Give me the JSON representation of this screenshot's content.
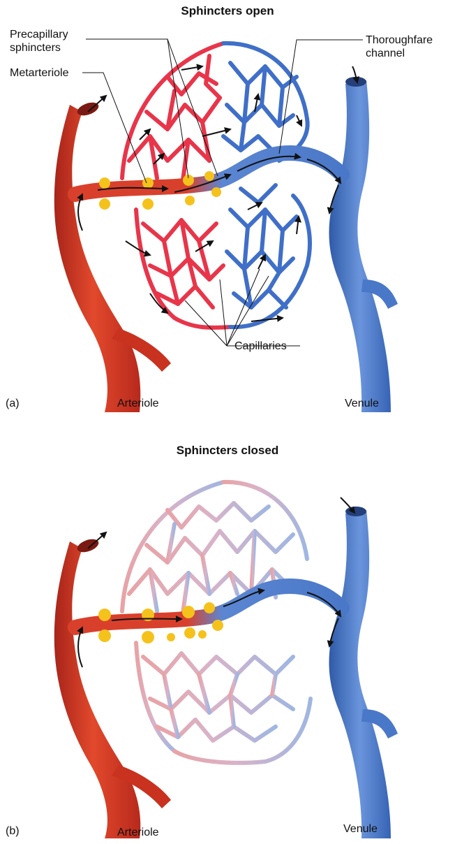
{
  "panel_a": {
    "title": "Sphincters open",
    "panel_letter": "(a)",
    "labels": {
      "precapillary_line1": "Precapillary",
      "precapillary_line2": "sphincters",
      "metarteriole": "Metarteriole",
      "thoroughfare_line1": "Thoroughfare",
      "thoroughfare_line2": "channel",
      "capillaries": "Capillaries",
      "arteriole": "Arteriole",
      "venule": "Venule"
    }
  },
  "panel_b": {
    "title": "Sphincters closed",
    "panel_letter": "(b)",
    "labels": {
      "arteriole": "Arteriole",
      "venule": "Venule"
    }
  },
  "colors": {
    "arteriole": "#d63a22",
    "arteriole_dark": "#a8241a",
    "venule": "#4f7fd0",
    "venule_dark": "#2f5aa8",
    "capillary_red": "#e8354a",
    "capillary_blue": "#3f6fc8",
    "sphincter": "#f5c21c",
    "faded_red": "#e7a9ac",
    "faded_blue": "#a9bde4"
  }
}
